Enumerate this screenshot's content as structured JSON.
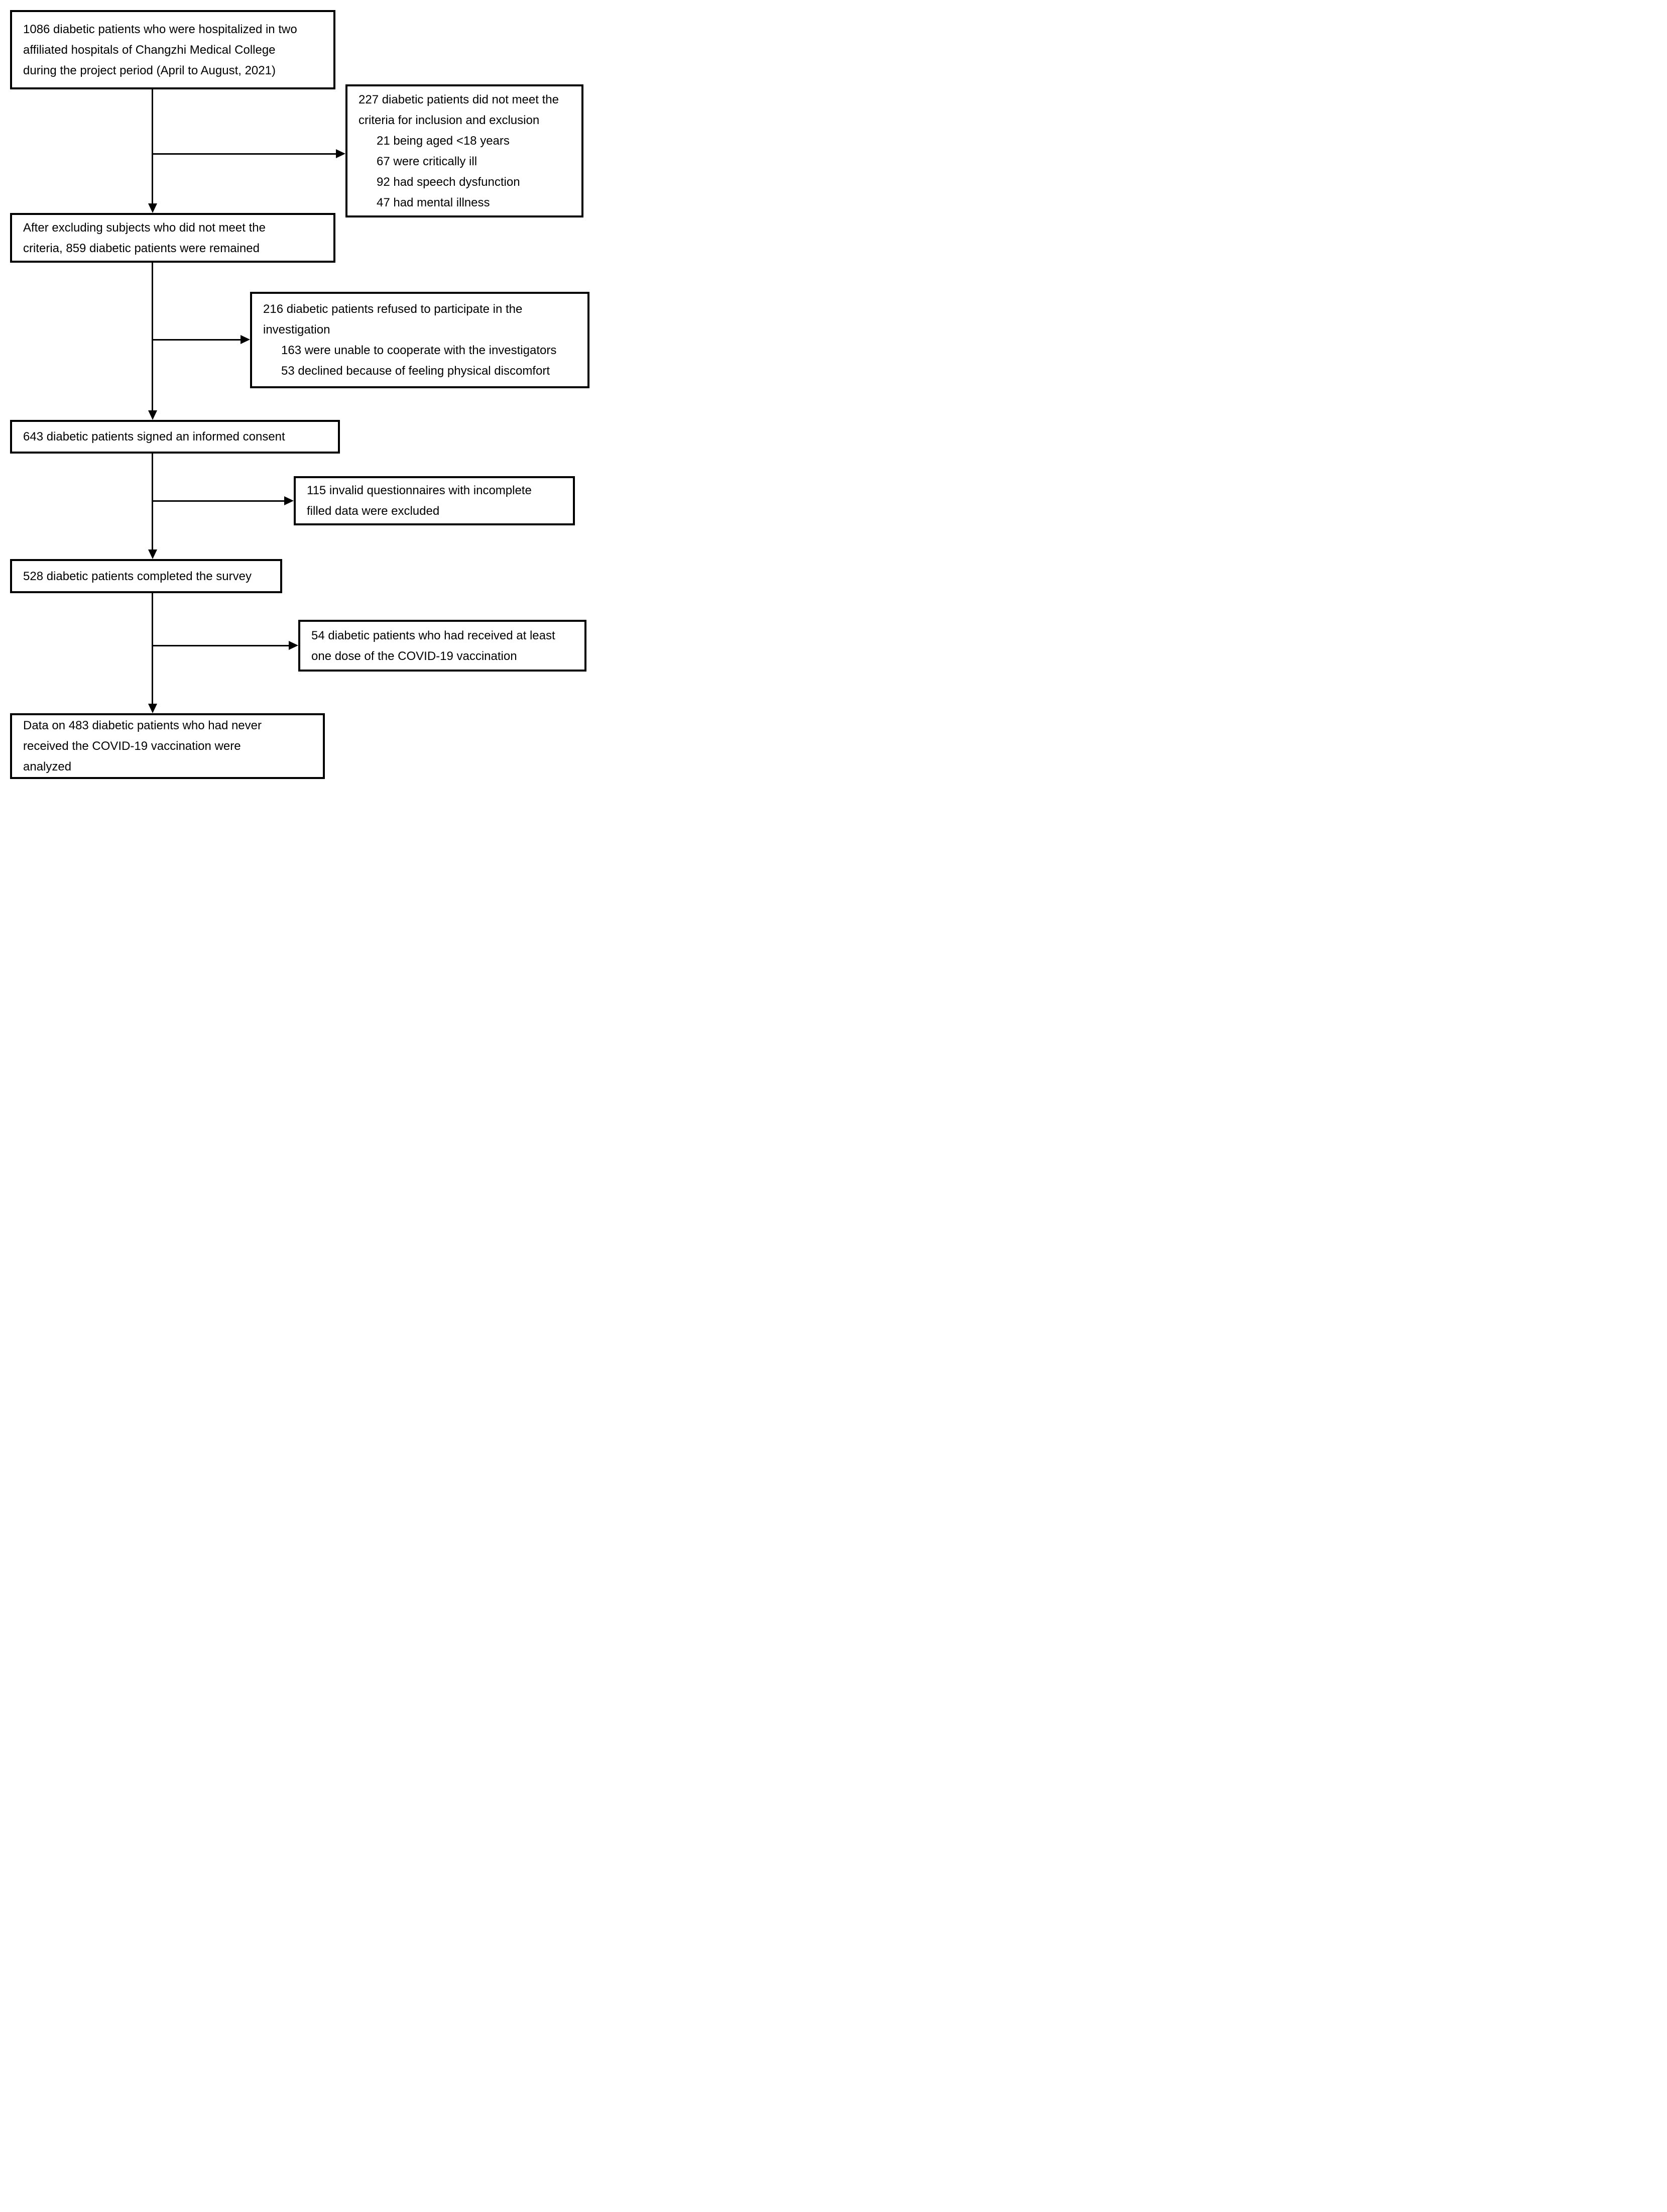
{
  "colors": {
    "background": "#ffffff",
    "box_border": "#000000",
    "arrow": "#000000",
    "text": "#000000"
  },
  "flowchart": {
    "boxes": [
      {
        "name": "hospitalized-patients",
        "lines": [
          "1086 diabetic patients who were hospitalized in two",
          "affiliated hospitals of Changzhi Medical College",
          "during the project period (April to August, 2021)"
        ]
      },
      {
        "name": "did-not-meet-criteria",
        "lines": [
          "227 diabetic patients did not meet the",
          "criteria for inclusion and exclusion",
          "21 being aged <18 years",
          "67 were critically ill",
          "92 had speech dysfunction",
          "47 had mental illness"
        ]
      },
      {
        "name": "remained-after-exclusion",
        "lines": [
          "After excluding subjects who did not meet the",
          "criteria, 859 diabetic patients were remained"
        ]
      },
      {
        "name": "refused-to-participate",
        "lines": [
          "216 diabetic patients refused to participate in the",
          "investigation",
          "163 were unable to cooperate with the investigators",
          "53 declined because of feeling physical discomfort"
        ]
      },
      {
        "name": "signed-informed-consent",
        "lines": [
          "643 diabetic patients signed an informed consent"
        ]
      },
      {
        "name": "invalid-questionnaires-excluded",
        "lines": [
          "115 invalid questionnaires with incomplete",
          "filled data were excluded"
        ]
      },
      {
        "name": "completed-survey",
        "lines": [
          "528 diabetic patients completed the survey"
        ]
      },
      {
        "name": "received-vaccination-excluded",
        "lines": [
          "54 diabetic patients who had received at least",
          "one dose of the COVID-19 vaccination"
        ]
      },
      {
        "name": "analyzed-patients",
        "lines": [
          "Data on 483 diabetic patients who had never",
          "received the COVID-19 vaccination were",
          "analyzed"
        ]
      }
    ]
  }
}
